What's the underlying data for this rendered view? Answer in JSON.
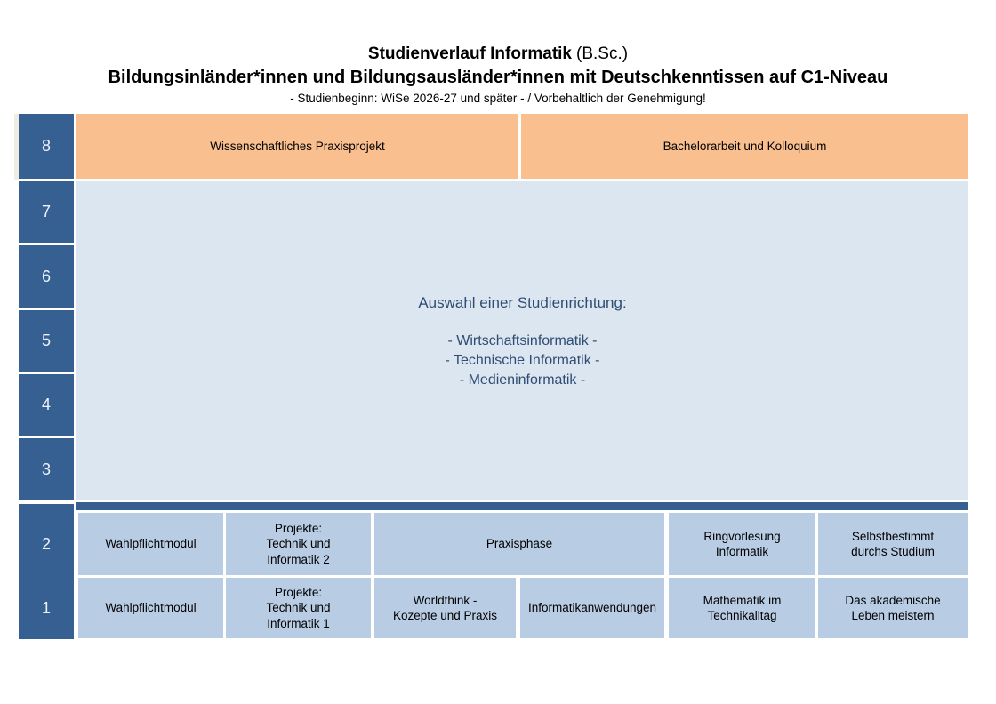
{
  "title": {
    "line1_bold": "Studienverlauf Informatik",
    "line1_rest": "(B.Sc.)",
    "line2": "Bildungsinländer*innen und Bildungsausländer*innen mit Deutschkenntissen auf C1-Niveau",
    "line3": "- Studienbeginn: WiSe 2026-27 und später - / Vorbehaltlich der Genehmigung!"
  },
  "sidebar": {
    "items": [
      "8",
      "7",
      "6",
      "5",
      "4",
      "3"
    ],
    "combined": [
      "2",
      "1"
    ]
  },
  "semester8": {
    "cells": [
      "Wissenschaftliches Praxisprojekt",
      "Bachelorarbeit und Kolloquium"
    ]
  },
  "direction": {
    "heading": "Auswahl einer Studienrichtung:",
    "options": [
      "- Wirtschaftsinformatik -",
      "- Technische Informatik -",
      "- Medieninformatik -"
    ]
  },
  "semester2": {
    "cells": [
      "Wahlpflichtmodul",
      "Projekte:\nTechnik und\nInformatik 2",
      "Praxisphase",
      "Ringvorlesung\nInformatik",
      "Selbstbestimmt\ndurchs Studium"
    ]
  },
  "semester1": {
    "cells": [
      "Wahlpflichtmodul",
      "Projekte:\nTechnik und\nInformatik 1",
      "Worldthink -\nKozepte und Praxis",
      "Informatikanwendungen",
      "Mathematik im\nTechnikalltag",
      "Das akademische\nLeben meistern"
    ]
  },
  "colors": {
    "dark_blue": "#376092",
    "cell_blue": "#B8CCE4",
    "panel_blue": "#DCE6F1",
    "orange": "#FABF8F",
    "direction_text": "#2F4D73"
  }
}
